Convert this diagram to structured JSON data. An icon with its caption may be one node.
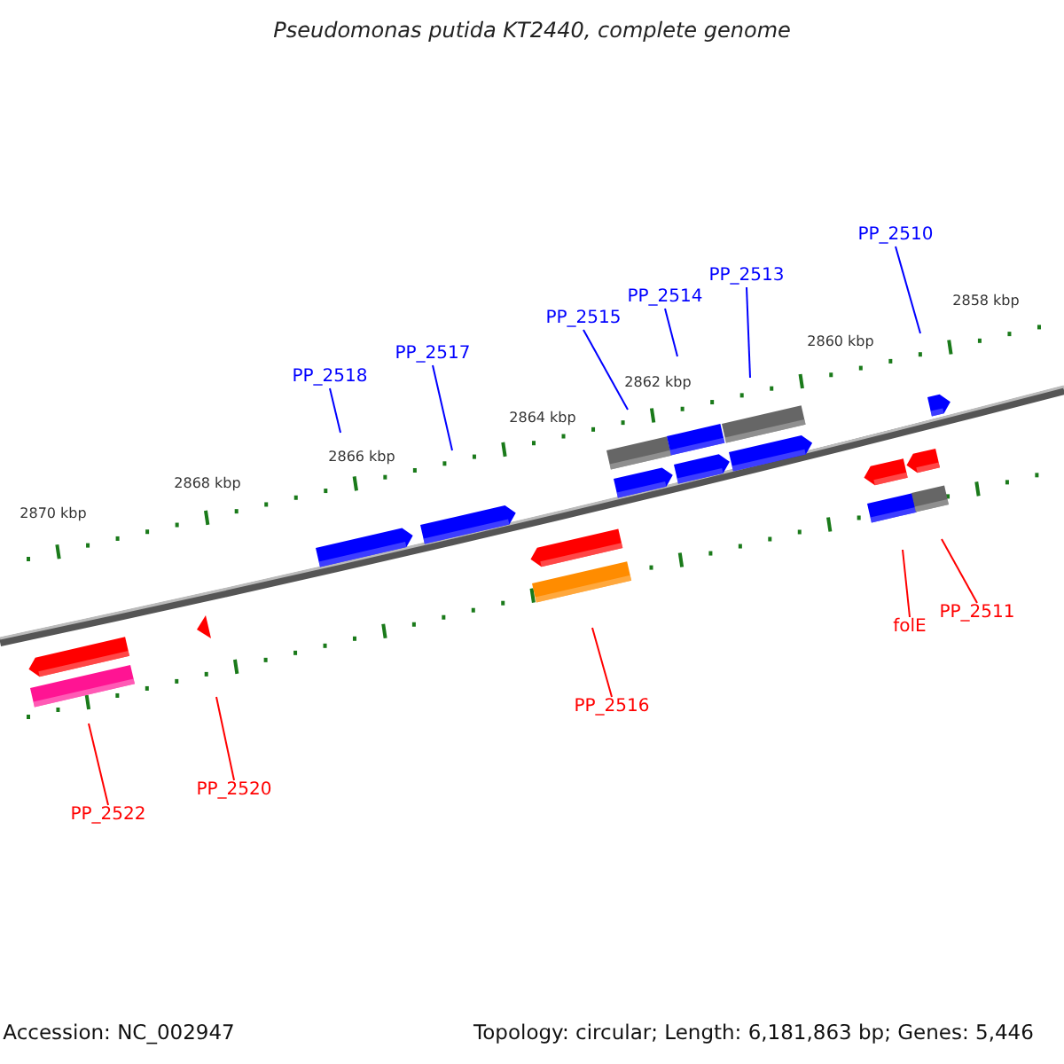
{
  "diagram": {
    "title": "Pseudomonas putida KT2440, complete genome",
    "nodes": [
      {
        "text": [
          "PP_2510"
        ]
      },
      {
        "text": [
          "PP_2513"
        ]
      },
      {
        "text": [
          "PP_2514"
        ]
      },
      {
        "text": [
          "PP_2515"
        ]
      },
      {
        "text": [
          "PP_2517"
        ]
      },
      {
        "text": [
          "PP_2518"
        ]
      },
      {
        "text": [
          "PP_2511"
        ]
      },
      {
        "text": [
          "folE"
        ]
      },
      {
        "text": [
          "PP_2516"
        ]
      },
      {
        "text": [
          "PP_2520"
        ]
      },
      {
        "text": [
          "PP_2522"
        ]
      }
    ],
    "edges": [
      {
        "from": 0,
        "to": null,
        "arrow": "none"
      },
      {
        "from": 1,
        "to": null,
        "arrow": "none"
      },
      {
        "from": 2,
        "to": null,
        "arrow": "none"
      },
      {
        "from": 3,
        "to": null,
        "arrow": "none"
      },
      {
        "from": 4,
        "to": null,
        "arrow": "none"
      },
      {
        "from": 5,
        "to": null,
        "arrow": "none"
      },
      {
        "from": 6,
        "to": null,
        "arrow": "none",
        "color": "#ff0000"
      },
      {
        "from": 7,
        "to": null,
        "arrow": "none",
        "color": "#ff0000"
      },
      {
        "from": 8,
        "to": null,
        "arrow": "none",
        "color": "#ff0000"
      },
      {
        "from": 9,
        "to": null,
        "arrow": "none",
        "color": "#ff0000"
      },
      {
        "from": 10,
        "to": null,
        "arrow": "none",
        "color": "#ff0000"
      }
    ],
    "labels": [
      "2858 kbp",
      "2860 kbp",
      "2862 kbp",
      "2864 kbp",
      "2866 kbp",
      "2868 kbp",
      "2870 kbp",
      "Accession: NC_002947",
      "Topology: circular; Length: 6,181,863 bp; Genes: 5,446"
    ]
  }
}
